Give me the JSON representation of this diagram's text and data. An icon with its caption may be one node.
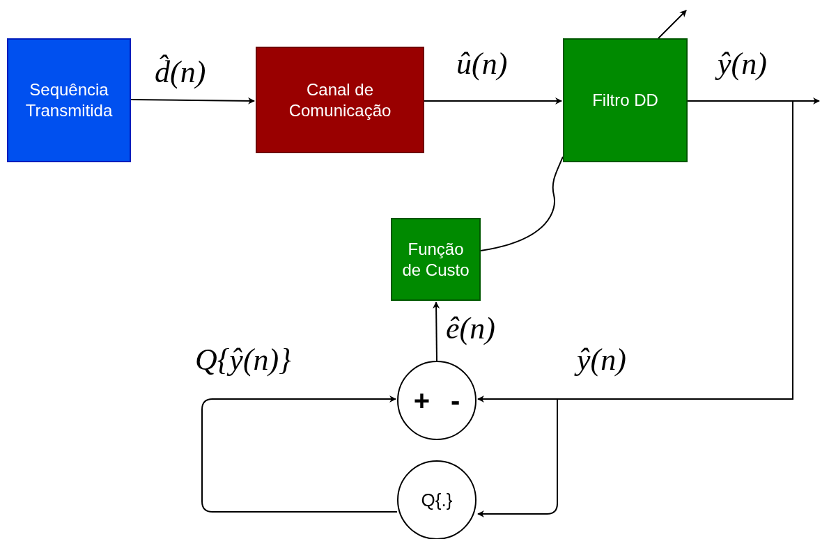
{
  "diagram": {
    "nodes": [
      {
        "text": [
          "Sequência Transmitida"
        ]
      },
      {
        "text": [
          "Canal de Comunicação"
        ]
      },
      {
        "text": [
          "Filtro DD"
        ]
      },
      {
        "text": [
          "Função de Custo"
        ]
      },
      {
        "text": [
          "+",
          "-"
        ]
      },
      {
        "text": [
          "Q{.}"
        ]
      }
    ],
    "edges": [
      {
        "from": 0,
        "to": 1,
        "arrow": "to",
        "label": "d̂(n)"
      },
      {
        "from": 1,
        "to": 2,
        "arrow": "to",
        "label": "û(n)"
      },
      {
        "from": 2,
        "to": null,
        "arrow": "to",
        "label": "ŷ(n)"
      },
      {
        "from": 2,
        "to": 4,
        "arrow": "to",
        "label": "ŷ(n)"
      },
      {
        "from": 2,
        "to": 5,
        "arrow": "to"
      },
      {
        "from": 5,
        "to": 4,
        "arrow": "to",
        "label": "Q{ŷ(n)}"
      },
      {
        "from": 4,
        "to": 3,
        "arrow": "to",
        "label": "ê(n)"
      },
      {
        "from": 3,
        "to": 2,
        "arrow": "none"
      }
    ]
  }
}
